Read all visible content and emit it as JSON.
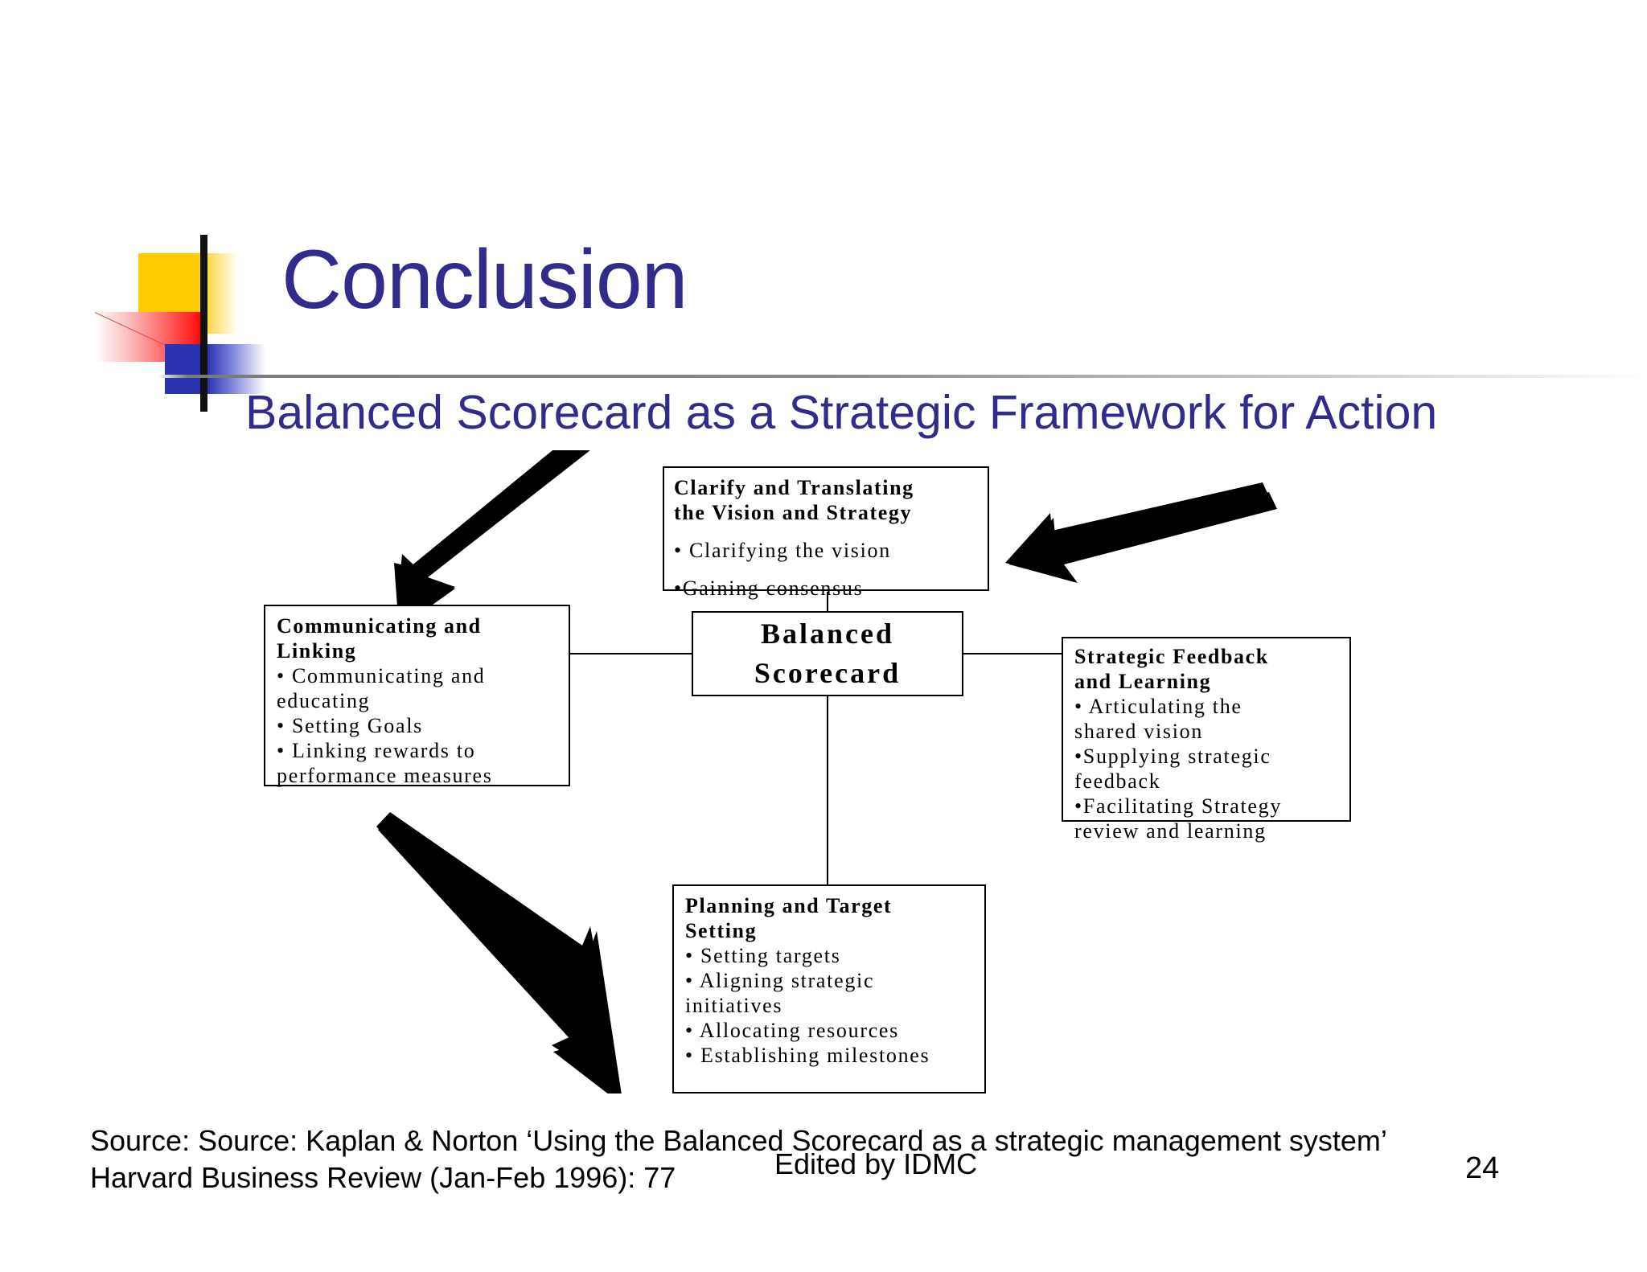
{
  "slide": {
    "title": "Conclusion",
    "subtitle": "Balanced Scorecard as a Strategic Framework for Action",
    "accent_color": "#312C8C",
    "page_number": "24",
    "edited_by": "Edited by IDMC",
    "source_line1": "Source: Source: Kaplan & Norton ‘Using the Balanced Scorecard as a strategic management system’",
    "source_line2": "Harvard Business Review (Jan-Feb 1996): 77"
  },
  "diagram": {
    "center": {
      "line1": "Balanced",
      "line2": "Scorecard"
    },
    "nodes": {
      "clarify": {
        "heading_line1": "Clarify and Translating",
        "heading_line2": "the Vision and Strategy",
        "bullets": [
          "• Clarifying the vision",
          "•Gaining consensus"
        ]
      },
      "communicating": {
        "heading_line1": "Communicating and",
        "heading_line2": "Linking",
        "bullets": [
          "• Communicating and",
          "educating",
          "• Setting Goals",
          "• Linking rewards to",
          "performance measures"
        ]
      },
      "feedback": {
        "heading_line1": "Strategic Feedback",
        "heading_line2": "and Learning",
        "bullets": [
          "• Articulating the",
          "shared vision",
          "•Supplying strategic",
          "feedback",
          "•Facilitating Strategy",
          "review and learning"
        ]
      },
      "planning": {
        "heading_line1": "Planning and Target",
        "heading_line2": "Setting",
        "bullets": [
          "• Setting targets",
          "• Aligning strategic",
          "initiatives",
          "• Allocating resources",
          "• Establishing milestones"
        ]
      }
    }
  }
}
